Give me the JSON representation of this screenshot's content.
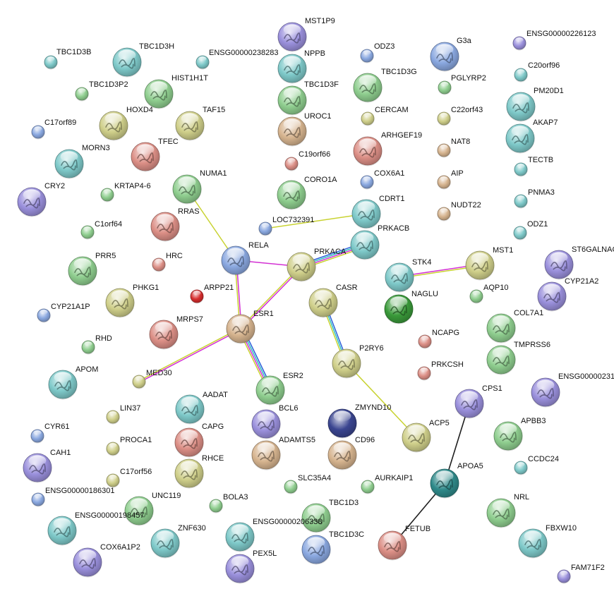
{
  "palette": {
    "teal": "#7ec9c9",
    "green": "#8fce8f",
    "olive": "#cfcf8a",
    "tan": "#d6b48f",
    "salmon": "#dc8f86",
    "blue": "#8aa8e0",
    "purple": "#9a90dc",
    "red": "#d62d2d",
    "navy": "#3a4590",
    "darkteal": "#2f8a8a",
    "darkgreen": "#3a9a3a",
    "violet": "#7a6ac8"
  },
  "edge_colors": {
    "gene_neighborhood": "#2b5fd9",
    "coexpression": "#1f1f1f",
    "textmining": "#c8d230",
    "experiments": "#d330d3",
    "databases": "#30c0c0",
    "fusion": "#e0302a"
  },
  "nodes": [
    {
      "id": "MST1P9",
      "color": "purple",
      "size": "large",
      "structure": true
    },
    {
      "id": "G3a",
      "color": "blue",
      "size": "large",
      "structure": true
    },
    {
      "id": "ENSG00000226123",
      "color": "purple",
      "size": "small",
      "structure": false
    },
    {
      "id": "TBC1D3B",
      "color": "teal",
      "size": "small",
      "structure": false
    },
    {
      "id": "TBC1D3H",
      "color": "teal",
      "size": "large",
      "structure": true
    },
    {
      "id": "ENSG00000238283",
      "color": "teal",
      "size": "small",
      "structure": false
    },
    {
      "id": "NPPB",
      "color": "teal",
      "size": "large",
      "structure": true
    },
    {
      "id": "ODZ3",
      "color": "blue",
      "size": "small",
      "structure": false
    },
    {
      "id": "C20orf96",
      "color": "teal",
      "size": "small",
      "structure": false
    },
    {
      "id": "HIST1H1T",
      "color": "green",
      "size": "large",
      "structure": true
    },
    {
      "id": "TBC1D3P2",
      "color": "green",
      "size": "small",
      "structure": false
    },
    {
      "id": "TBC1D3F",
      "color": "green",
      "size": "large",
      "structure": true
    },
    {
      "id": "TBC1D3G",
      "color": "green",
      "size": "large",
      "structure": true
    },
    {
      "id": "PGLYRP2",
      "color": "green",
      "size": "small",
      "structure": false
    },
    {
      "id": "PM20D1",
      "color": "teal",
      "size": "large",
      "structure": true
    },
    {
      "id": "HOXD4",
      "color": "olive",
      "size": "large",
      "structure": true
    },
    {
      "id": "TAF15",
      "color": "olive",
      "size": "large",
      "structure": true
    },
    {
      "id": "UROC1",
      "color": "tan",
      "size": "large",
      "structure": true
    },
    {
      "id": "CERCAM",
      "color": "olive",
      "size": "small",
      "structure": false
    },
    {
      "id": "C22orf43",
      "color": "olive",
      "size": "small",
      "structure": false
    },
    {
      "id": "C17orf89",
      "color": "blue",
      "size": "small",
      "structure": false
    },
    {
      "id": "AKAP7",
      "color": "teal",
      "size": "large",
      "structure": true
    },
    {
      "id": "TFEC",
      "color": "salmon",
      "size": "large",
      "structure": true
    },
    {
      "id": "ARHGEF19",
      "color": "salmon",
      "size": "large",
      "structure": true
    },
    {
      "id": "NAT8",
      "color": "tan",
      "size": "small",
      "structure": false
    },
    {
      "id": "MORN3",
      "color": "teal",
      "size": "large",
      "structure": true
    },
    {
      "id": "C19orf66",
      "color": "salmon",
      "size": "small",
      "structure": false
    },
    {
      "id": "TECTB",
      "color": "teal",
      "size": "small",
      "structure": false
    },
    {
      "id": "NUMA1",
      "color": "green",
      "size": "large",
      "structure": true
    },
    {
      "id": "CORO1A",
      "color": "green",
      "size": "large",
      "structure": true
    },
    {
      "id": "COX6A1",
      "color": "blue",
      "size": "small",
      "structure": false
    },
    {
      "id": "AIP",
      "color": "tan",
      "size": "small",
      "structure": false
    },
    {
      "id": "CRY2",
      "color": "purple",
      "size": "large",
      "structure": true
    },
    {
      "id": "KRTAP4-6",
      "color": "green",
      "size": "small",
      "structure": false
    },
    {
      "id": "PNMA3",
      "color": "teal",
      "size": "small",
      "structure": false
    },
    {
      "id": "CDRT1",
      "color": "teal",
      "size": "large",
      "structure": true
    },
    {
      "id": "NUDT22",
      "color": "tan",
      "size": "small",
      "structure": false
    },
    {
      "id": "RRAS",
      "color": "salmon",
      "size": "large",
      "structure": true
    },
    {
      "id": "C1orf64",
      "color": "green",
      "size": "small",
      "structure": false
    },
    {
      "id": "LOC732391",
      "color": "blue",
      "size": "small",
      "structure": false
    },
    {
      "id": "PRKACB",
      "color": "teal",
      "size": "large",
      "structure": true
    },
    {
      "id": "ODZ1",
      "color": "teal",
      "size": "small",
      "structure": false
    },
    {
      "id": "RELA",
      "color": "blue",
      "size": "large",
      "structure": true
    },
    {
      "id": "PRKACA",
      "color": "olive",
      "size": "large",
      "structure": true
    },
    {
      "id": "MST1",
      "color": "olive",
      "size": "large",
      "structure": true
    },
    {
      "id": "ST6GALNAC",
      "color": "purple",
      "size": "large",
      "structure": true
    },
    {
      "id": "PRR5",
      "color": "green",
      "size": "large",
      "structure": true
    },
    {
      "id": "HRC",
      "color": "salmon",
      "size": "small",
      "structure": false
    },
    {
      "id": "STK4",
      "color": "teal",
      "size": "large",
      "structure": true
    },
    {
      "id": "CYP21A2",
      "color": "purple",
      "size": "large",
      "structure": true
    },
    {
      "id": "PHKG1",
      "color": "olive",
      "size": "large",
      "structure": true
    },
    {
      "id": "ARPP21",
      "color": "red",
      "size": "small",
      "structure": false
    },
    {
      "id": "CASR",
      "color": "olive",
      "size": "large",
      "structure": true
    },
    {
      "id": "AQP10",
      "color": "green",
      "size": "small",
      "structure": false
    },
    {
      "id": "NAGLU",
      "color": "darkgreen",
      "size": "large",
      "structure": true
    },
    {
      "id": "CYP21A1P",
      "color": "blue",
      "size": "small",
      "structure": false
    },
    {
      "id": "ESR1",
      "color": "tan",
      "size": "large",
      "structure": true
    },
    {
      "id": "COL7A1",
      "color": "green",
      "size": "large",
      "structure": true
    },
    {
      "id": "MRPS7",
      "color": "salmon",
      "size": "large",
      "structure": true
    },
    {
      "id": "NCAPG",
      "color": "salmon",
      "size": "small",
      "structure": false
    },
    {
      "id": "RHD",
      "color": "green",
      "size": "small",
      "structure": false
    },
    {
      "id": "TMPRSS6",
      "color": "green",
      "size": "large",
      "structure": true
    },
    {
      "id": "P2RY6",
      "color": "olive",
      "size": "large",
      "structure": true
    },
    {
      "id": "MED30",
      "color": "olive",
      "size": "small",
      "structure": false
    },
    {
      "id": "PRKCSH",
      "color": "salmon",
      "size": "small",
      "structure": false
    },
    {
      "id": "APOM",
      "color": "teal",
      "size": "large",
      "structure": true
    },
    {
      "id": "ESR2",
      "color": "green",
      "size": "large",
      "structure": true
    },
    {
      "id": "ENSG00000231",
      "color": "purple",
      "size": "large",
      "structure": true
    },
    {
      "id": "AADAT",
      "color": "teal",
      "size": "large",
      "structure": true
    },
    {
      "id": "CPS1",
      "color": "purple",
      "size": "large",
      "structure": true
    },
    {
      "id": "LIN37",
      "color": "olive",
      "size": "small",
      "structure": false
    },
    {
      "id": "BCL6",
      "color": "purple",
      "size": "large",
      "structure": true
    },
    {
      "id": "ZMYND10",
      "color": "navy",
      "size": "large",
      "structure": false
    },
    {
      "id": "CYR61",
      "color": "blue",
      "size": "small",
      "structure": false
    },
    {
      "id": "APBB3",
      "color": "green",
      "size": "large",
      "structure": true
    },
    {
      "id": "CAPG",
      "color": "salmon",
      "size": "large",
      "structure": true
    },
    {
      "id": "ACP5",
      "color": "olive",
      "size": "large",
      "structure": true
    },
    {
      "id": "PROCA1",
      "color": "olive",
      "size": "small",
      "structure": false
    },
    {
      "id": "ADAMTS5",
      "color": "tan",
      "size": "large",
      "structure": true
    },
    {
      "id": "CD96",
      "color": "tan",
      "size": "large",
      "structure": true
    },
    {
      "id": "CAH1",
      "color": "purple",
      "size": "large",
      "structure": true
    },
    {
      "id": "CCDC24",
      "color": "teal",
      "size": "small",
      "structure": false
    },
    {
      "id": "RHCE",
      "color": "olive",
      "size": "large",
      "structure": true
    },
    {
      "id": "C17orf56",
      "color": "olive",
      "size": "small",
      "structure": false
    },
    {
      "id": "APOA5",
      "color": "darkteal",
      "size": "large",
      "structure": true
    },
    {
      "id": "ENSG00000186301",
      "color": "blue",
      "size": "small",
      "structure": false
    },
    {
      "id": "SLC35A4",
      "color": "green",
      "size": "small",
      "structure": false
    },
    {
      "id": "AURKAIP1",
      "color": "green",
      "size": "small",
      "structure": false
    },
    {
      "id": "UNC119",
      "color": "green",
      "size": "large",
      "structure": true
    },
    {
      "id": "BOLA3",
      "color": "green",
      "size": "small",
      "structure": false
    },
    {
      "id": "NRL",
      "color": "green",
      "size": "large",
      "structure": true
    },
    {
      "id": "TBC1D3",
      "color": "green",
      "size": "large",
      "structure": true
    },
    {
      "id": "ENSG00000198457",
      "color": "teal",
      "size": "large",
      "structure": true
    },
    {
      "id": "ENSG00000206338",
      "color": "teal",
      "size": "large",
      "structure": true
    },
    {
      "id": "ZNF630",
      "color": "teal",
      "size": "large",
      "structure": true
    },
    {
      "id": "FBXW10",
      "color": "teal",
      "size": "large",
      "structure": true
    },
    {
      "id": "TBC1D3C",
      "color": "blue",
      "size": "large",
      "structure": true
    },
    {
      "id": "FETUB",
      "color": "salmon",
      "size": "large",
      "structure": true
    },
    {
      "id": "COX6A1P2",
      "color": "purple",
      "size": "large",
      "structure": true
    },
    {
      "id": "PEX5L",
      "color": "purple",
      "size": "large",
      "structure": true
    },
    {
      "id": "FAM71F2",
      "color": "purple",
      "size": "small",
      "structure": false
    }
  ],
  "edges": [
    {
      "source": "NUMA1",
      "target": "RELA",
      "types": [
        "textmining"
      ]
    },
    {
      "source": "LOC732391",
      "target": "CDRT1",
      "types": [
        "textmining"
      ]
    },
    {
      "source": "RELA",
      "target": "PRKACA",
      "types": [
        "experiments"
      ]
    },
    {
      "source": "RELA",
      "target": "ESR1",
      "types": [
        "experiments",
        "textmining"
      ]
    },
    {
      "source": "PRKACA",
      "target": "PRKACB",
      "types": [
        "gene_neighborhood",
        "databases",
        "experiments",
        "textmining"
      ]
    },
    {
      "source": "PRKACA",
      "target": "ESR1",
      "types": [
        "experiments",
        "textmining"
      ]
    },
    {
      "source": "ESR1",
      "target": "MED30",
      "types": [
        "experiments",
        "textmining"
      ]
    },
    {
      "source": "ESR1",
      "target": "ESR2",
      "types": [
        "gene_neighborhood",
        "databases",
        "experiments",
        "textmining"
      ]
    },
    {
      "source": "STK4",
      "target": "MST1",
      "types": [
        "experiments",
        "textmining"
      ]
    },
    {
      "source": "CASR",
      "target": "P2RY6",
      "types": [
        "gene_neighborhood",
        "databases",
        "textmining"
      ]
    },
    {
      "source": "P2RY6",
      "target": "ACP5",
      "types": [
        "textmining"
      ]
    },
    {
      "source": "CPS1",
      "target": "APOA5",
      "types": [
        "coexpression"
      ]
    },
    {
      "source": "APOA5",
      "target": "FETUB",
      "types": [
        "coexpression"
      ]
    }
  ]
}
